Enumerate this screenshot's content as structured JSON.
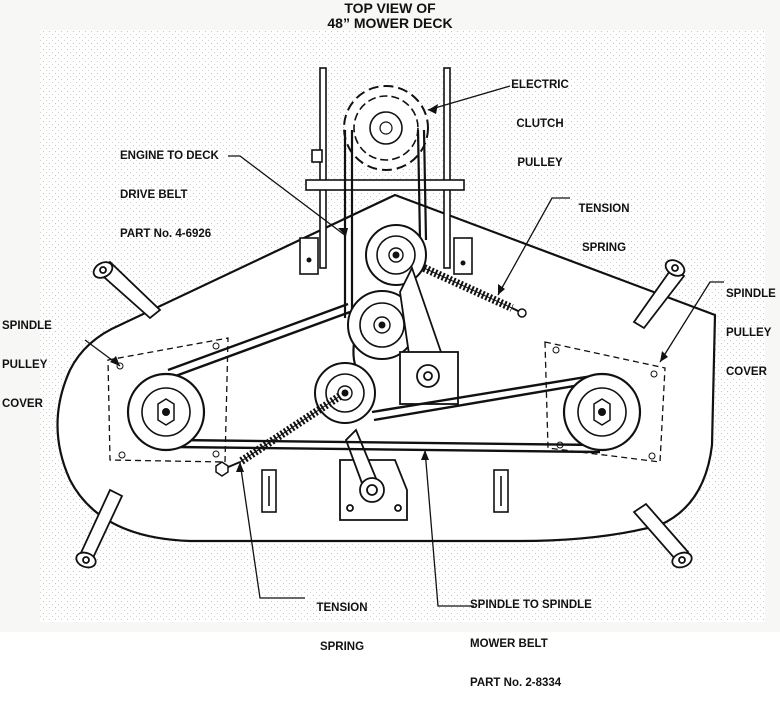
{
  "title": {
    "line1": "TOP VIEW OF",
    "line2": "48” MOWER DECK"
  },
  "labels": {
    "electric_clutch_pulley": [
      "ELECTRIC",
      "CLUTCH",
      "PULLEY"
    ],
    "engine_to_deck_belt": [
      "ENGINE TO DECK",
      "DRIVE BELT",
      "PART No. 4-6926"
    ],
    "tension_spring_upper": [
      "TENSION",
      "SPRING"
    ],
    "spindle_cover_left": [
      "SPINDLE",
      "PULLEY",
      "COVER"
    ],
    "spindle_cover_right": [
      "SPINDLE",
      "PULLEY",
      "COVER"
    ],
    "tension_spring_lower": [
      "TENSION",
      "SPRING"
    ],
    "spindle_to_spindle_belt": [
      "SPINDLE TO SPINDLE",
      "MOWER BELT",
      "PART No. 2-8334"
    ]
  }
}
